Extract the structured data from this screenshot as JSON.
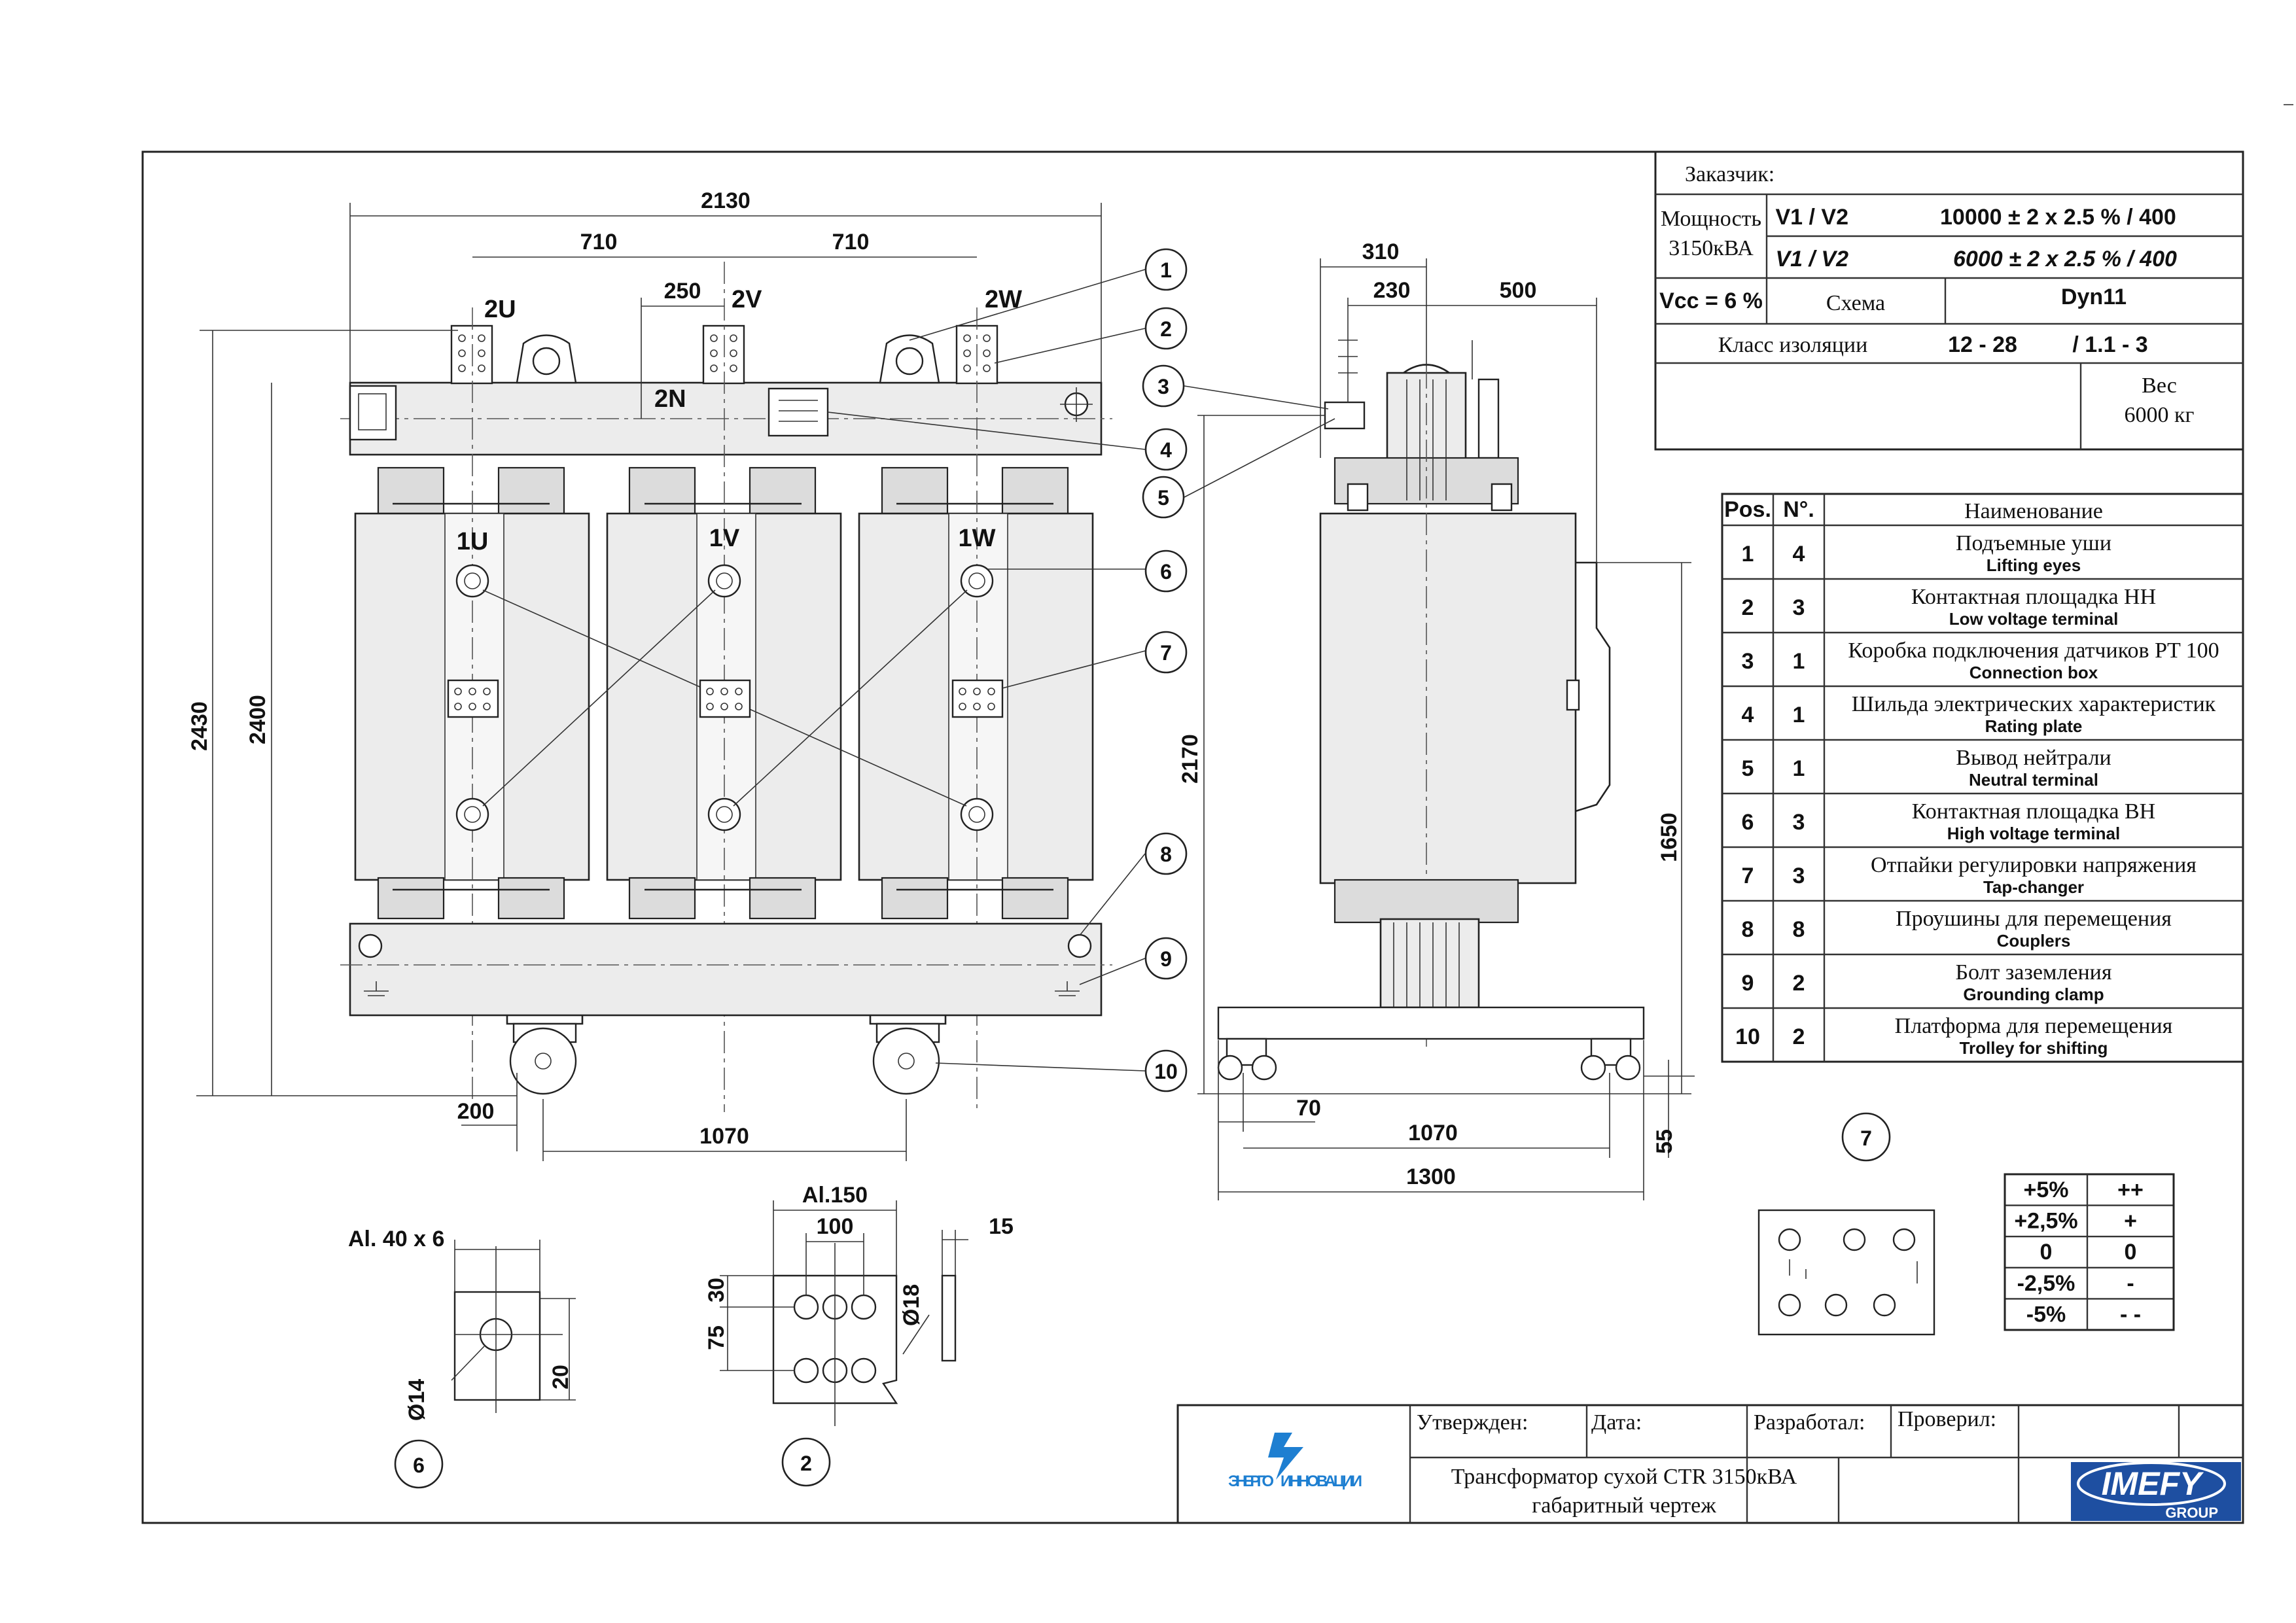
{
  "front_view": {
    "dim_overall_width": "2130",
    "dim_phase_pitch_left": "710",
    "dim_phase_pitch_right": "710",
    "dim_neutral_offset": "250",
    "dim_overall_height": "2430",
    "dim_body_height": "2400",
    "dim_wheel_offset": "200",
    "dim_wheel_track": "1070",
    "lv_terminals": [
      "2U",
      "2V",
      "2W"
    ],
    "neutral_label": "2N",
    "hv_terminals": [
      "1U",
      "1V",
      "1W"
    ]
  },
  "side_view": {
    "dim_top_310": "310",
    "dim_top_230": "230",
    "dim_top_500": "500",
    "dim_height_2170": "2170",
    "dim_height_1650": "1650",
    "dim_70": "70",
    "dim_track_1070": "1070",
    "dim_width_1300": "1300",
    "dim_55": "55"
  },
  "detail_hv_terminal": {
    "material": "Al. 40 x 6",
    "hole_diameter": "Ø14",
    "dim_20": "20",
    "callout": "6"
  },
  "detail_lv_terminal": {
    "material": "Al.150",
    "dim_100": "100",
    "dim_15": "15",
    "dim_30": "30",
    "dim_75": "75",
    "hole_diameter": "Ø18",
    "callout": "2"
  },
  "balloons": [
    "1",
    "2",
    "3",
    "4",
    "5",
    "6",
    "7",
    "8",
    "9",
    "10"
  ],
  "spec_block": {
    "customer_label": "Заказчик:",
    "power_label_line1": "Мощность",
    "power_label_line2": "3150кВА",
    "voltage_row1_label": "V1 / V2",
    "voltage_row1_value": "10000 ± 2 x 2.5 % / 400",
    "voltage_row2_label": "V1 / V2",
    "voltage_row2_value": "6000 ± 2 x 2.5 % / 400",
    "vcc": "Vcc = 6 %",
    "scheme_label": "Схема",
    "scheme_value": "Dyn11",
    "insulation_label": "Класс изоляции",
    "insulation_value_1": "12 - 28",
    "insulation_value_2": "/ 1.1 - 3",
    "weight_label": "Вес",
    "weight_value": "6000 кг"
  },
  "parts_table": {
    "headers": [
      "Pos.",
      "N°.",
      "Наименование"
    ],
    "rows": [
      {
        "pos": "1",
        "qty": "4",
        "ru": "Подъемные уши",
        "en": "Lifting eyes"
      },
      {
        "pos": "2",
        "qty": "3",
        "ru": "Контактная площадка НН",
        "en": "Low voltage terminal"
      },
      {
        "pos": "3",
        "qty": "1",
        "ru": "Коробка подключения датчиков PT 100",
        "en": "Connection box"
      },
      {
        "pos": "4",
        "qty": "1",
        "ru": "Шильда электрических характеристик",
        "en": "Rating plate"
      },
      {
        "pos": "5",
        "qty": "1",
        "ru": "Вывод нейтрали",
        "en": "Neutral terminal"
      },
      {
        "pos": "6",
        "qty": "3",
        "ru": "Контактная площадка ВН",
        "en": "High voltage terminal"
      },
      {
        "pos": "7",
        "qty": "3",
        "ru": "Отпайки регулировки напряжения",
        "en": "Tap-changer"
      },
      {
        "pos": "8",
        "qty": "8",
        "ru": "Проушины для перемещения",
        "en": "Couplers"
      },
      {
        "pos": "9",
        "qty": "2",
        "ru": "Болт заземления",
        "en": "Grounding clamp"
      },
      {
        "pos": "10",
        "qty": "2",
        "ru": "Платформа для перемещения",
        "en": "Trolley for shifting"
      }
    ]
  },
  "tap_changer": {
    "callout": "7",
    "rows": [
      {
        "value": "+5%",
        "mark": "++"
      },
      {
        "value": "+2,5%",
        "mark": "+"
      },
      {
        "value": "0",
        "mark": "0"
      },
      {
        "value": "-2,5%",
        "mark": "-"
      },
      {
        "value": "-5%",
        "mark": "- -"
      }
    ]
  },
  "title_block": {
    "approved_label": "Утвержден:",
    "date_label": "Дата:",
    "developed_label": "Разработал:",
    "checked_label": "Проверил:",
    "drawing_title_line1": "Трансформатор сухой CTR 3150кВА",
    "drawing_title_line2": "габаритный чертеж",
    "company_logo_text_1": "ЭНЕРГО",
    "company_logo_text_2": "ИННОВАЦИИ",
    "brand_name": "IMEFY",
    "brand_sub": "GROUP",
    "brand_color": "#1e4fa1",
    "logo_color": "#1e7fd1"
  }
}
